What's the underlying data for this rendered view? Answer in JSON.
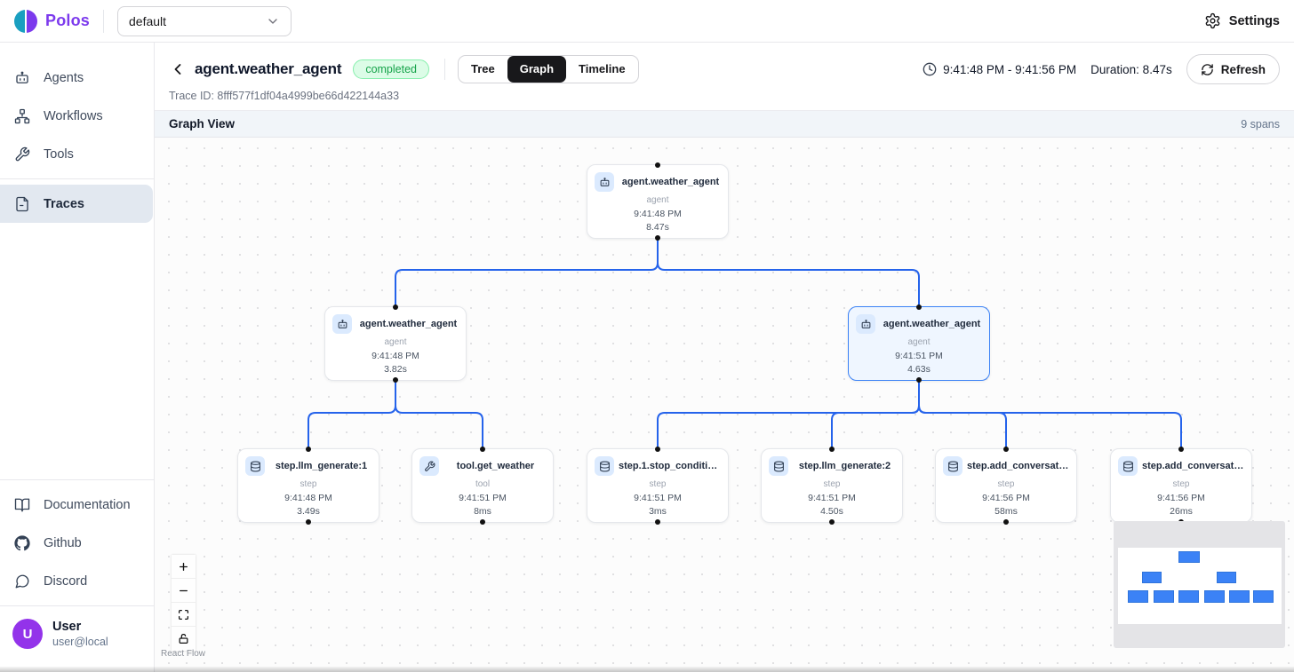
{
  "topbar": {
    "brand": "Polos",
    "project_selector": "default",
    "settings_label": "Settings"
  },
  "sidebar": {
    "nav": [
      {
        "label": "Agents",
        "icon": "robot-icon"
      },
      {
        "label": "Workflows",
        "icon": "workflow-icon"
      },
      {
        "label": "Tools",
        "icon": "wrench-icon"
      },
      {
        "label": "Traces",
        "icon": "trace-file-icon",
        "active": true
      }
    ],
    "links": [
      {
        "label": "Documentation",
        "icon": "book-open-icon"
      },
      {
        "label": "Github",
        "icon": "github-icon"
      },
      {
        "label": "Discord",
        "icon": "chat-bubble-icon"
      }
    ],
    "user": {
      "initial": "U",
      "name": "User",
      "email": "user@local"
    }
  },
  "trace_header": {
    "title": "agent.weather_agent",
    "status_badge": "completed",
    "trace_id": "Trace ID: 8fff577f1df04a4999be66d422144a33",
    "tabs": [
      {
        "label": "Tree"
      },
      {
        "label": "Graph",
        "active": true
      },
      {
        "label": "Timeline"
      }
    ],
    "time_range": "9:41:48 PM - 9:41:56 PM",
    "duration_label": "Duration: 8.47s",
    "refresh_label": "Refresh"
  },
  "view_bar": {
    "title": "Graph View",
    "span_count": "9 spans"
  },
  "graph": {
    "attribution": "React Flow",
    "nodes": [
      {
        "title": "agent.weather_agent",
        "type": "agent",
        "time": "9:41:48 PM",
        "duration": "8.47s",
        "icon": "robot-icon"
      },
      {
        "title": "agent.weather_agent",
        "type": "agent",
        "time": "9:41:48 PM",
        "duration": "3.82s",
        "icon": "robot-icon"
      },
      {
        "title": "agent.weather_agent",
        "type": "agent",
        "time": "9:41:51 PM",
        "duration": "4.63s",
        "icon": "robot-icon",
        "selected": true
      },
      {
        "title": "step.llm_generate:1",
        "type": "step",
        "time": "9:41:48 PM",
        "duration": "3.49s",
        "icon": "database-icon"
      },
      {
        "title": "tool.get_weather",
        "type": "tool",
        "time": "9:41:51 PM",
        "duration": "8ms",
        "icon": "wrench-icon"
      },
      {
        "title": "step.1.stop_condition....",
        "type": "step",
        "time": "9:41:51 PM",
        "duration": "3ms",
        "icon": "database-icon"
      },
      {
        "title": "step.llm_generate:2",
        "type": "step",
        "time": "9:41:51 PM",
        "duration": "4.50s",
        "icon": "database-icon"
      },
      {
        "title": "step.add_conversatio...",
        "type": "step",
        "time": "9:41:56 PM",
        "duration": "58ms",
        "icon": "database-icon"
      },
      {
        "title": "step.add_conversatio...",
        "type": "step",
        "time": "9:41:56 PM",
        "duration": "26ms",
        "icon": "database-icon"
      }
    ]
  },
  "colors": {
    "brand_purple": "#7c3aed",
    "logo_teal": "#1a9fc0",
    "edge_blue": "#2563eb",
    "selected_node_border": "#3b82f6",
    "selected_node_bg": "#eff6ff",
    "status_completed_text": "#16a34a",
    "status_completed_bg": "#dcfce7",
    "active_tab_bg": "#18181b",
    "minimap_node_blue": "#3b82f6",
    "avatar_purple": "#9333ea"
  }
}
